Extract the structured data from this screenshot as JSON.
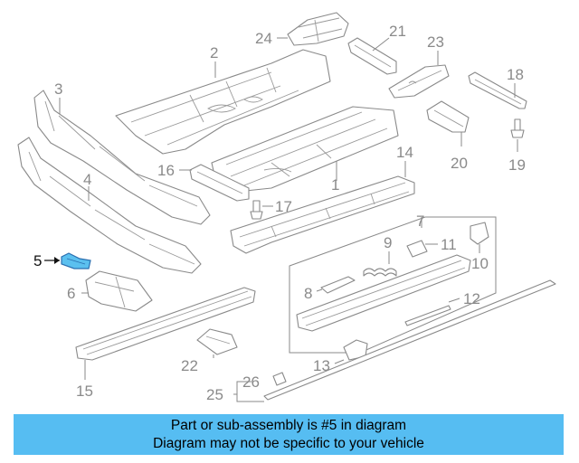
{
  "diagram": {
    "highlight_color": "#5bc0ef",
    "callouts": [
      {
        "id": "c1",
        "label": "1"
      },
      {
        "id": "c2",
        "label": "2"
      },
      {
        "id": "c3",
        "label": "3"
      },
      {
        "id": "c4",
        "label": "4"
      },
      {
        "id": "c5",
        "label": "5",
        "highlighted": true
      },
      {
        "id": "c6",
        "label": "6"
      },
      {
        "id": "c7",
        "label": "7"
      },
      {
        "id": "c8",
        "label": "8"
      },
      {
        "id": "c9",
        "label": "9"
      },
      {
        "id": "c10",
        "label": "10"
      },
      {
        "id": "c11",
        "label": "11"
      },
      {
        "id": "c12",
        "label": "12"
      },
      {
        "id": "c13",
        "label": "13"
      },
      {
        "id": "c14",
        "label": "14"
      },
      {
        "id": "c15",
        "label": "15"
      },
      {
        "id": "c16",
        "label": "16"
      },
      {
        "id": "c17",
        "label": "17"
      },
      {
        "id": "c18",
        "label": "18"
      },
      {
        "id": "c19",
        "label": "19"
      },
      {
        "id": "c20",
        "label": "20"
      },
      {
        "id": "c21",
        "label": "21"
      },
      {
        "id": "c22",
        "label": "22"
      },
      {
        "id": "c23",
        "label": "23"
      },
      {
        "id": "c24",
        "label": "24"
      },
      {
        "id": "c25",
        "label": "25"
      },
      {
        "id": "c26",
        "label": "26"
      }
    ]
  },
  "banner": {
    "color": "#56bdf2",
    "line1": "Part or sub-assembly is #5 in diagram",
    "line2": "Diagram may not be specific to your vehicle"
  }
}
